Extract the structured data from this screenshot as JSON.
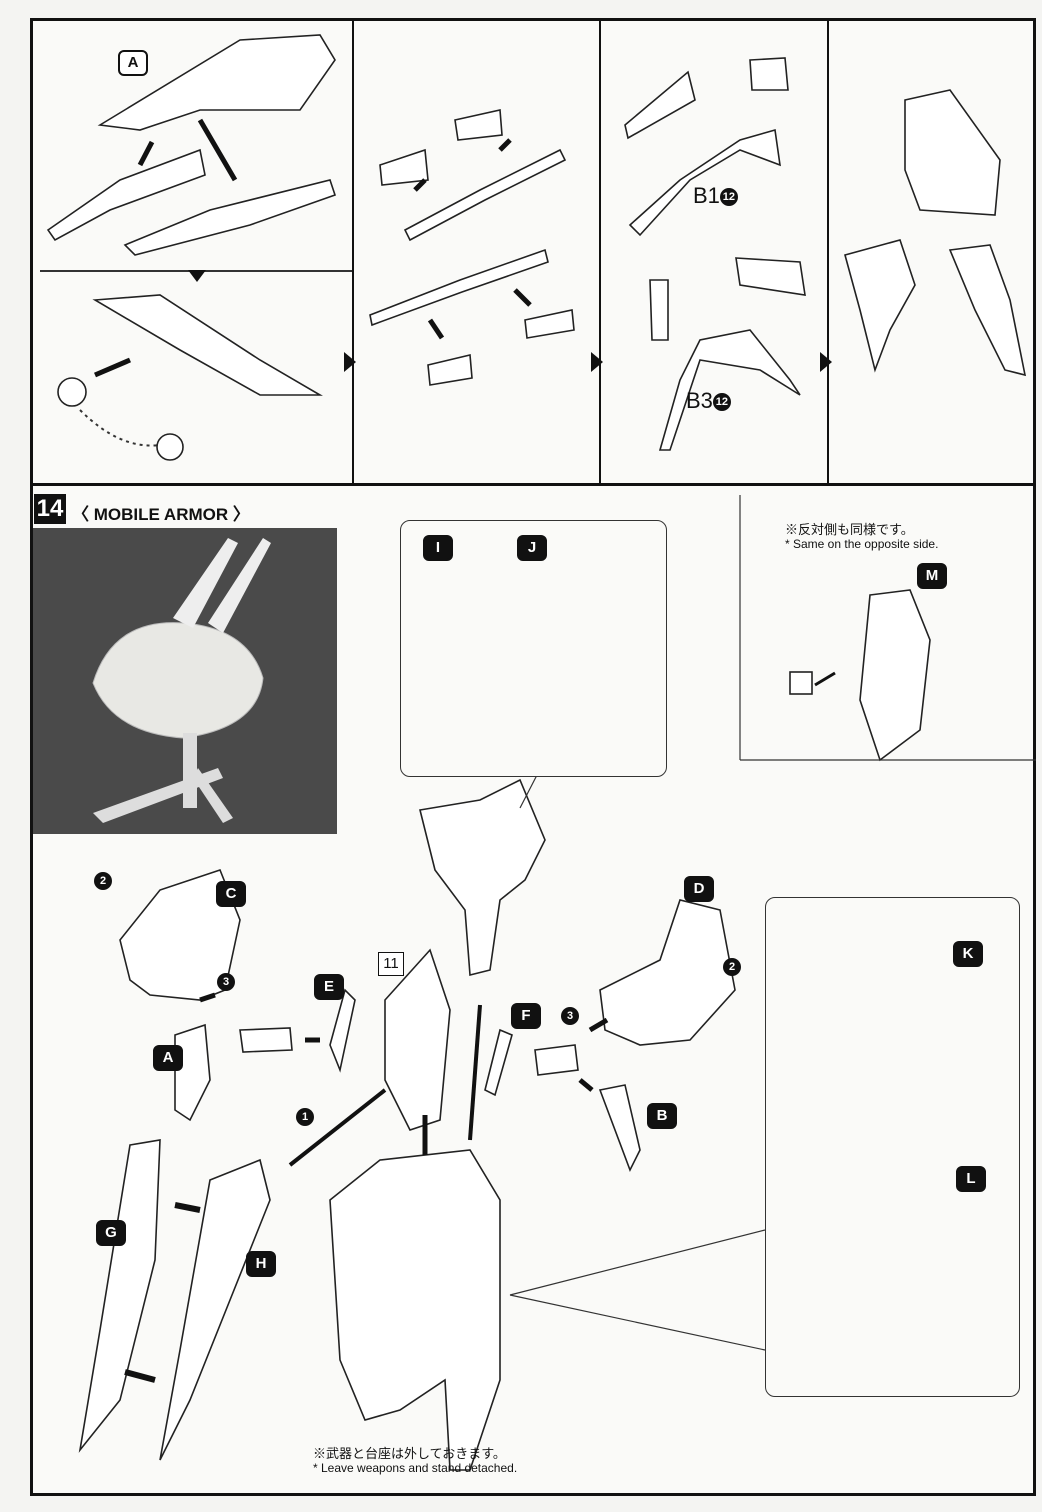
{
  "top_panel": {
    "labels": {
      "a": "A"
    },
    "codes": {
      "b1": "B1",
      "b1_num": "12",
      "b3": "B3",
      "b3_num": "12"
    }
  },
  "step": {
    "number": "14",
    "title": "〈 MOBILE ARMOR 〉"
  },
  "labels": {
    "i": "I",
    "j": "J",
    "m": "M",
    "c": "C",
    "d": "D",
    "e": "E",
    "f": "F",
    "a": "A",
    "b": "B",
    "g": "G",
    "h": "H",
    "k": "K",
    "l": "L"
  },
  "order_marks": {
    "one": "1",
    "two_left": "2",
    "three_left": "3",
    "two_right": "2",
    "three_right": "3"
  },
  "runner_number": "11",
  "notes": {
    "opposite_jp": "※反対側も同様です。",
    "opposite_en": "* Same on the opposite side.",
    "weapons_jp": "※武器と台座は外しておきます。",
    "weapons_en": "* Leave weapons and  stand detached."
  },
  "colors": {
    "ink": "#111111",
    "paper": "#fafaf8",
    "photo_bg": "#4a4a4a"
  }
}
